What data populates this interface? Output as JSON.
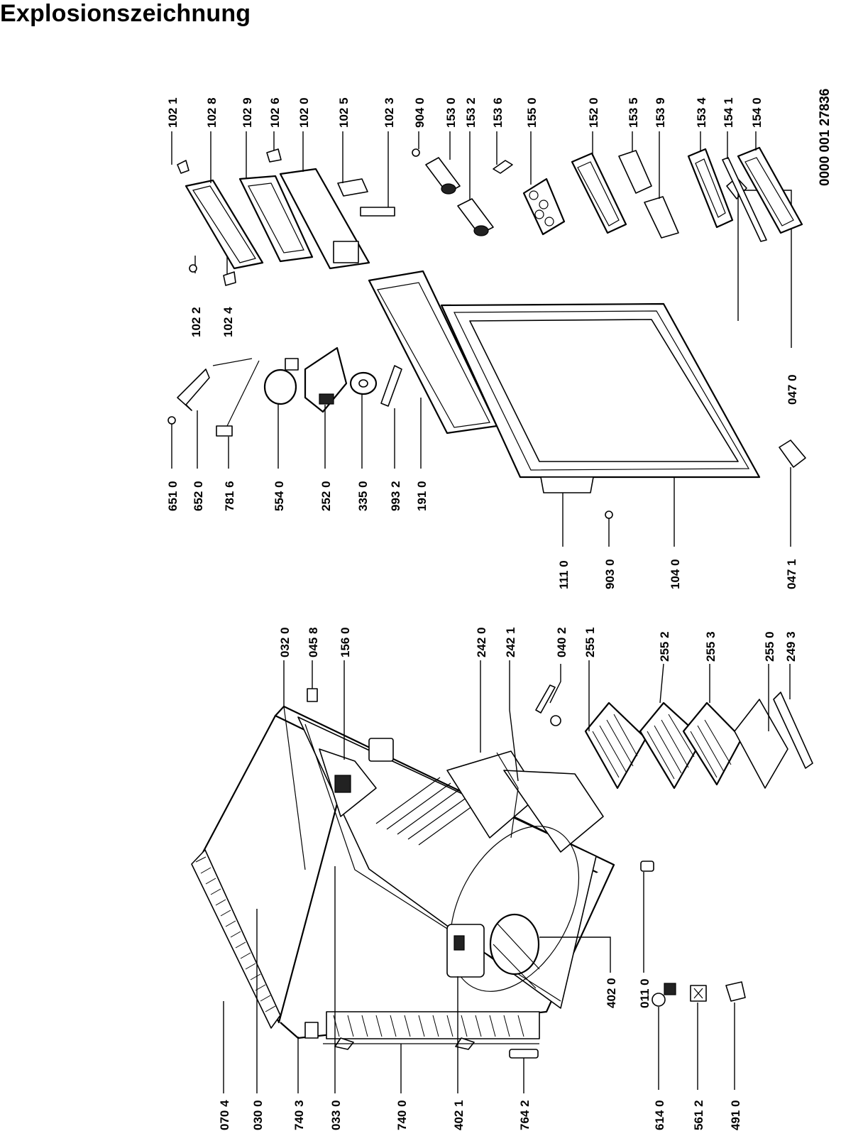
{
  "title": "Explosionszeichnung",
  "document_number": "0000 001 27836",
  "part_labels": {
    "p0704": "070 4",
    "p0300": "030 0",
    "p7403": "740 3",
    "p0330": "033 0",
    "p7400": "740 0",
    "p4021": "402 1",
    "p7642": "764 2",
    "p6140": "614 0",
    "p5612": "561 2",
    "p4910": "491 0",
    "p4020": "402 0",
    "p0110": "011 0",
    "p0320": "032 0",
    "p0458": "045 8",
    "p1560": "156 0",
    "p2420": "242 0",
    "p2421": "242 1",
    "p0402": "040 2",
    "p2551": "255 1",
    "p2552": "255 2",
    "p2553": "255 3",
    "p2550": "255 0",
    "p2493": "249 3",
    "p6510": "651 0",
    "p6520": "652 0",
    "p7816": "781 6",
    "p5540": "554 0",
    "p2520": "252 0",
    "p3350": "335 0",
    "p9932": "993 2",
    "p1910": "191 0",
    "p1110": "111 0",
    "p9030": "903 0",
    "p1040": "104 0",
    "p0471": "047 1",
    "p1022": "102 2",
    "p1024": "102 4",
    "p0470": "047 0",
    "p1021": "102 1",
    "p1028": "102 8",
    "p1029": "102 9",
    "p1026": "102 6",
    "p1020": "102 0",
    "p1025": "102 5",
    "p1023": "102 3",
    "p9040": "904 0",
    "p1530": "153 0",
    "p1532": "153 2",
    "p1536": "153 6",
    "p1550": "155 0",
    "p1520": "152 0",
    "p1535": "153 5",
    "p1539": "153 9",
    "p1534": "153 4",
    "p1541": "154 1",
    "p1540": "154 0"
  }
}
